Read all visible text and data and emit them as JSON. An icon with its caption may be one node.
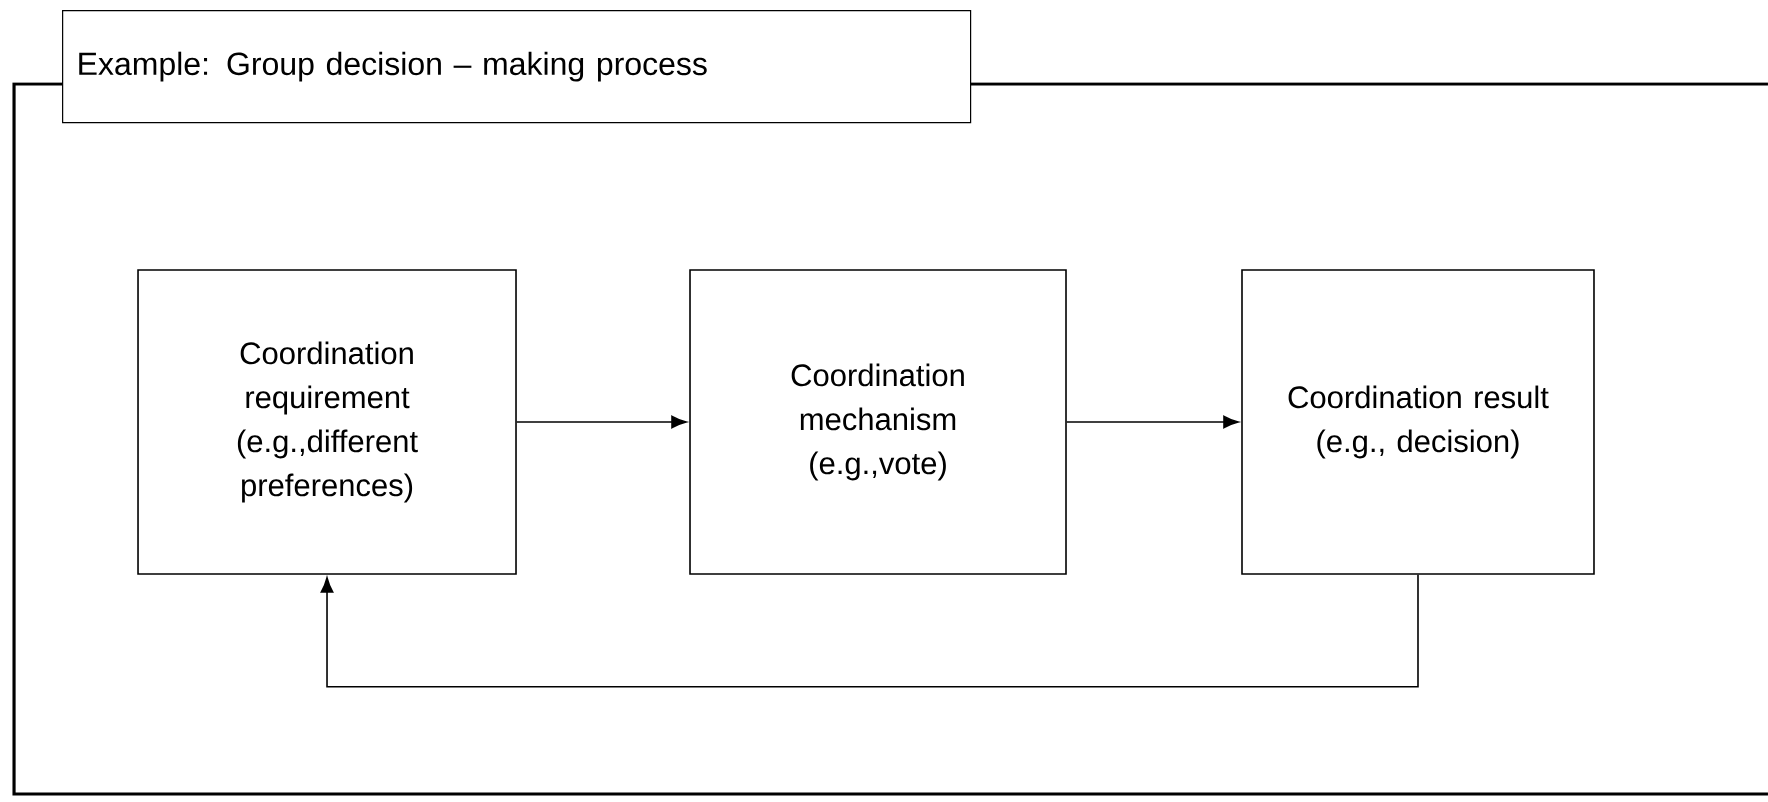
{
  "diagram": {
    "nodes": [
      {
        "text": [
          "Example: Group decision – making process"
        ]
      },
      {
        "text": [
          "Coordination requirement (e.g.,different preferences)"
        ],
        "in": 0
      },
      {
        "text": [
          "Coordination mechanism (e.g.,vote)"
        ],
        "in": 0
      },
      {
        "text": [
          "Coordination result (e.g., decision)"
        ],
        "in": 0
      }
    ],
    "edges": [
      {
        "from": 1,
        "to": 2,
        "arrow": "to"
      },
      {
        "from": 2,
        "to": 3,
        "arrow": "to"
      },
      {
        "from": 3,
        "to": 1,
        "arrow": "to"
      }
    ]
  }
}
